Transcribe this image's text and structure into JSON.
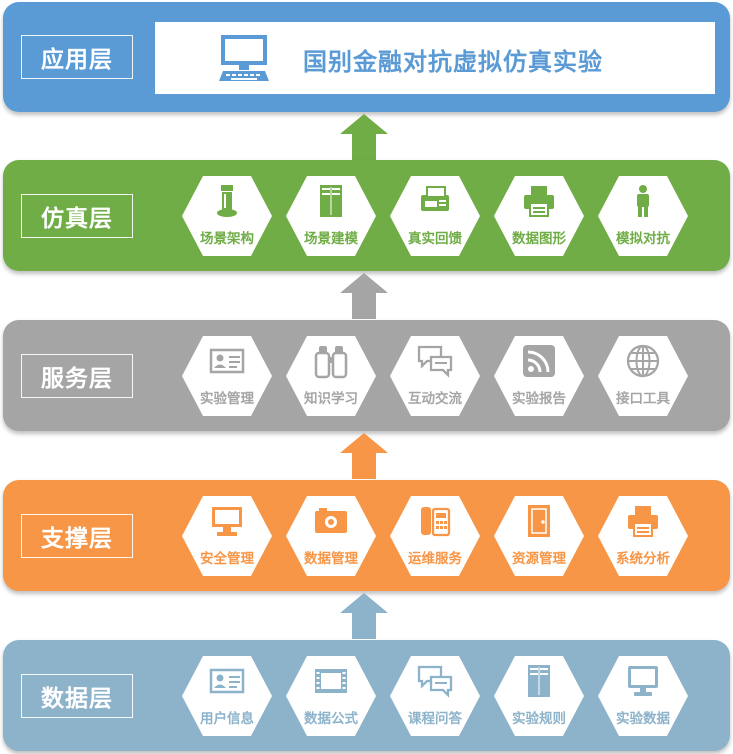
{
  "colors": {
    "app": "#5b9bd5",
    "simulation": "#70ad47",
    "service": "#a5a5a5",
    "support": "#f79646",
    "data": "#8db3cb"
  },
  "app_layer": {
    "label": "应用层",
    "title": "国别金融对抗虚拟仿真实验",
    "icon": "computer-icon"
  },
  "simulation_layer": {
    "label": "仿真层",
    "modules": [
      {
        "label": "场景架构",
        "icon": "cylinder-icon"
      },
      {
        "label": "场景建模",
        "icon": "cabinet-icon"
      },
      {
        "label": "真实回馈",
        "icon": "fax-icon"
      },
      {
        "label": "数据图形",
        "icon": "printer-icon"
      },
      {
        "label": "模拟对抗",
        "icon": "person-icon"
      }
    ]
  },
  "service_layer": {
    "label": "服务层",
    "modules": [
      {
        "label": "实验管理",
        "icon": "id-card-icon"
      },
      {
        "label": "知识学习",
        "icon": "binoculars-icon"
      },
      {
        "label": "互动交流",
        "icon": "chat-icon"
      },
      {
        "label": "实验报告",
        "icon": "rss-icon"
      },
      {
        "label": "接口工具",
        "icon": "globe-icon"
      }
    ]
  },
  "support_layer": {
    "label": "支撑层",
    "modules": [
      {
        "label": "安全管理",
        "icon": "desktop-icon"
      },
      {
        "label": "数据管理",
        "icon": "camera-icon"
      },
      {
        "label": "运维服务",
        "icon": "phone-icon"
      },
      {
        "label": "资源管理",
        "icon": "door-icon"
      },
      {
        "label": "系统分析",
        "icon": "printer-icon"
      }
    ]
  },
  "data_layer": {
    "label": "数据层",
    "modules": [
      {
        "label": "用户信息",
        "icon": "id-card-icon"
      },
      {
        "label": "数据公式",
        "icon": "film-icon"
      },
      {
        "label": "课程问答",
        "icon": "chat-icon"
      },
      {
        "label": "实验规则",
        "icon": "cabinet-icon"
      },
      {
        "label": "实验数据",
        "icon": "monitor-icon"
      }
    ]
  }
}
